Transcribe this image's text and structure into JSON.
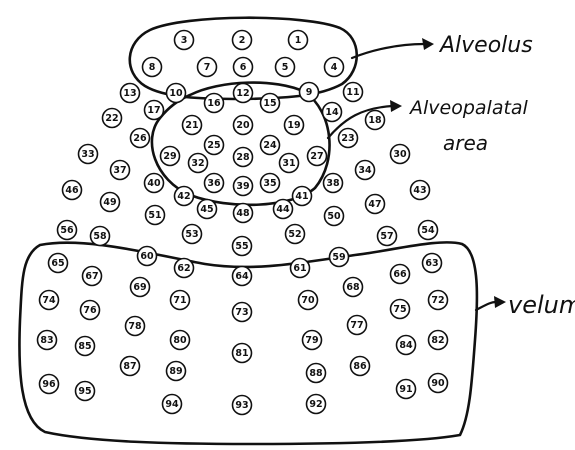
{
  "labels": {
    "alveolus": "Alveolus",
    "alveopalatal_line1": "Alveopalatal",
    "alveopalatal_line2": "area",
    "velum": "velum"
  },
  "points": [
    "1",
    "2",
    "3",
    "4",
    "5",
    "6",
    "7",
    "8",
    "9",
    "10",
    "11",
    "12",
    "13",
    "14",
    "15",
    "16",
    "17",
    "18",
    "19",
    "20",
    "21",
    "22",
    "23",
    "24",
    "25",
    "26",
    "27",
    "28",
    "29",
    "30",
    "31",
    "32",
    "33",
    "34",
    "35",
    "36",
    "37",
    "38",
    "39",
    "40",
    "41",
    "42",
    "43",
    "44",
    "45",
    "46",
    "47",
    "48",
    "49",
    "50",
    "51",
    "52",
    "53",
    "54",
    "55",
    "56",
    "57",
    "58",
    "59",
    "60",
    "61",
    "62",
    "63",
    "64",
    "65",
    "66",
    "67",
    "68",
    "69",
    "70",
    "71",
    "72",
    "73",
    "74",
    "75",
    "76",
    "77",
    "78",
    "79",
    "80",
    "81",
    "82",
    "83",
    "84",
    "85",
    "86",
    "87",
    "88",
    "89",
    "90",
    "91",
    "92",
    "93",
    "94",
    "95",
    "96"
  ]
}
